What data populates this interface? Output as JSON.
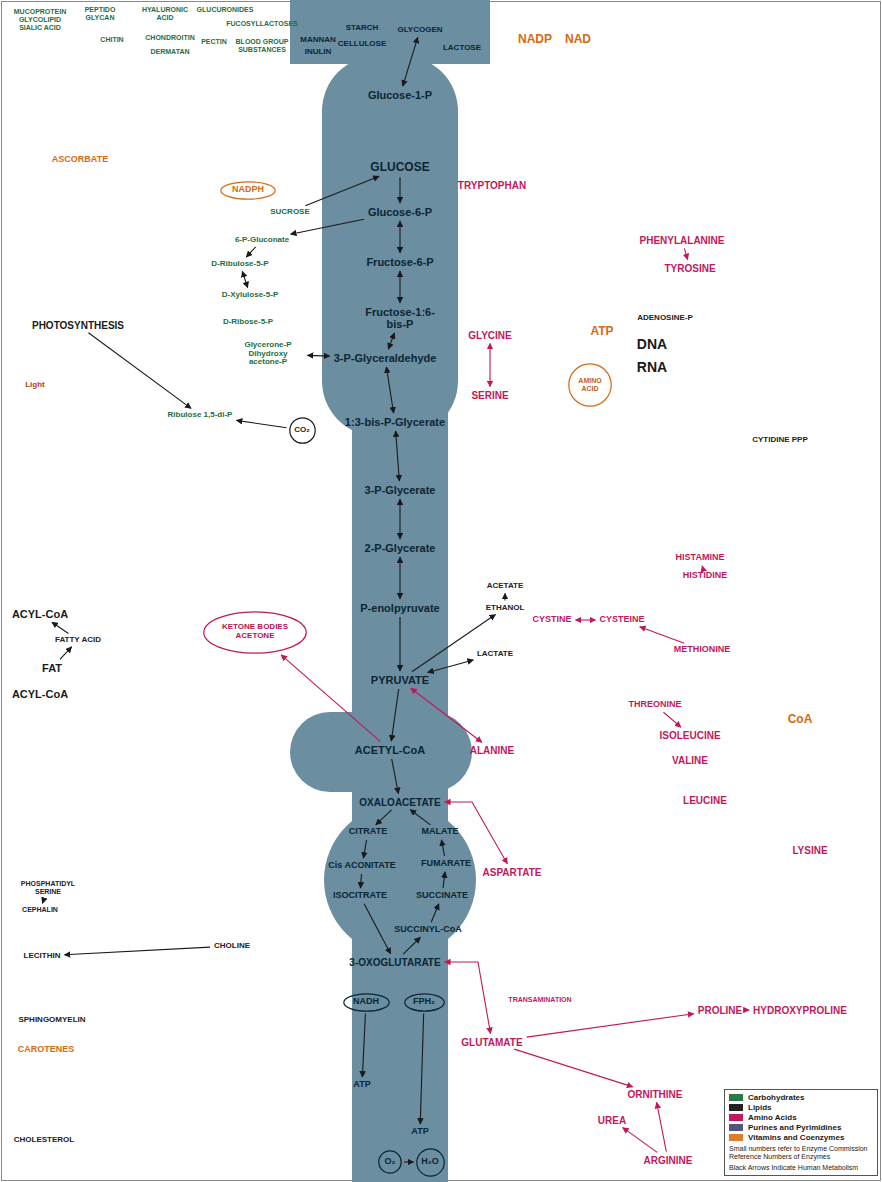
{
  "diagram": {
    "nodes": [
      {
        "text": [
          "MUCOPROTEIN GLYCOLIPID SIALIC ACID"
        ]
      },
      {
        "text": [
          "PEPTIDO GLYCAN"
        ]
      },
      {
        "text": [
          "CHITIN"
        ]
      },
      {
        "text": [
          "HYALURONIC ACID"
        ]
      },
      {
        "text": [
          "GLUCURONIDES"
        ]
      },
      {
        "text": [
          "CHONDROITIN"
        ]
      },
      {
        "text": [
          "DERMATAN"
        ]
      },
      {
        "text": [
          "PECTIN"
        ]
      },
      {
        "text": [
          "FUCOSYLLACTOSES"
        ]
      },
      {
        "text": [
          "BLOOD GROUP SUBSTANCES"
        ]
      },
      {
        "text": [
          "MANNAN"
        ]
      },
      {
        "text": [
          "INULIN"
        ]
      },
      {
        "text": [
          "STARCH"
        ]
      },
      {
        "text": [
          "CELLULOSE"
        ]
      },
      {
        "text": [
          "GLYCOGEN"
        ]
      },
      {
        "text": [
          "LACTOSE"
        ]
      },
      {
        "text": [
          "NADP"
        ]
      },
      {
        "text": [
          "NAD"
        ]
      },
      {
        "text": [
          "Glucose-1-P"
        ]
      },
      {
        "text": [
          "ASCORBATE"
        ]
      },
      {
        "text": [
          "GLUCOSE"
        ]
      },
      {
        "text": [
          "TRYPTOPHAN"
        ]
      },
      {
        "text": [
          "NADPH"
        ]
      },
      {
        "text": [
          "SUCROSE"
        ]
      },
      {
        "text": [
          "Glucose-6-P"
        ]
      },
      {
        "text": [
          "6-P-Gluconate"
        ]
      },
      {
        "text": [
          "PHENYLALANINE"
        ]
      },
      {
        "text": [
          "Fructose-6-P"
        ]
      },
      {
        "text": [
          "D-Ribulose-5-P"
        ]
      },
      {
        "text": [
          "TYROSINE"
        ]
      },
      {
        "text": [
          "D-Xylulose-5-P"
        ]
      },
      {
        "text": [
          "Fructose-1:6-bis-P"
        ]
      },
      {
        "text": [
          "D-Ribose-5-P"
        ]
      },
      {
        "text": [
          "PHOTOSYNTHESIS"
        ]
      },
      {
        "text": [
          "ADENOSINE-P"
        ]
      },
      {
        "text": [
          "ATP"
        ]
      },
      {
        "text": [
          "GLYCINE"
        ]
      },
      {
        "text": [
          "DNA"
        ]
      },
      {
        "text": [
          "Glycerone-P Dihydroxy acetone-P"
        ]
      },
      {
        "text": [
          "3-P-Glyceraldehyde"
        ]
      },
      {
        "text": [
          "RNA"
        ]
      },
      {
        "text": [
          "AMINO ACID"
        ]
      },
      {
        "text": [
          "SERINE"
        ]
      },
      {
        "text": [
          "Ribulose 1,5-di-P"
        ]
      },
      {
        "text": [
          "1:3-bis-P-Glycerate"
        ]
      },
      {
        "text": [
          "CO₂"
        ]
      },
      {
        "text": [
          "CYTIDINE PPP"
        ]
      },
      {
        "text": [
          "3-P-Glycerate"
        ]
      },
      {
        "text": [
          "2-P-Glycerate"
        ]
      },
      {
        "text": [
          "HISTAMINE"
        ]
      },
      {
        "text": [
          "HISTIDINE"
        ]
      },
      {
        "text": [
          "ACETATE"
        ]
      },
      {
        "text": [
          "P-enolpyruvate"
        ]
      },
      {
        "text": [
          "ETHANOL"
        ]
      },
      {
        "text": [
          "ACYL-CoA"
        ]
      },
      {
        "text": [
          "CYSTINE"
        ]
      },
      {
        "text": [
          "CYSTEINE"
        ]
      },
      {
        "text": [
          "KETONE BODIES"
        ]
      },
      {
        "text": [
          "ACETONE"
        ],
        "in": 57
      },
      {
        "text": [
          "FATTY ACID"
        ]
      },
      {
        "text": [
          "METHIONINE"
        ]
      },
      {
        "text": [
          "LACTATE"
        ]
      },
      {
        "text": [
          "FAT"
        ]
      },
      {
        "text": [
          "PYRUVATE"
        ]
      },
      {
        "text": [
          "ACYL-CoA"
        ]
      },
      {
        "text": [
          "THREONINE"
        ]
      },
      {
        "text": [
          "CoA"
        ]
      },
      {
        "text": [
          "ISOLEUCINE"
        ]
      },
      {
        "text": [
          "ACETYL-CoA"
        ]
      },
      {
        "text": [
          "ALANINE"
        ]
      },
      {
        "text": [
          "VALINE"
        ]
      },
      {
        "text": [
          "OXALOACETATE"
        ]
      },
      {
        "text": [
          "LEUCINE"
        ]
      },
      {
        "text": [
          "CITRATE"
        ]
      },
      {
        "text": [
          "MALATE"
        ]
      },
      {
        "text": [
          "FUMARATE"
        ]
      },
      {
        "text": [
          "Cis ACONITATE"
        ]
      },
      {
        "text": [
          "ASPARTATE"
        ]
      },
      {
        "text": [
          "LYSINE"
        ]
      },
      {
        "text": [
          "PHOSPHATIDYL SERINE"
        ]
      },
      {
        "text": [
          "CEPHALIN"
        ]
      },
      {
        "text": [
          "SUCCINATE"
        ]
      },
      {
        "text": [
          "ISOCITRATE"
        ]
      },
      {
        "text": [
          "SUCCINYL-CoA"
        ]
      },
      {
        "text": [
          "CHOLINE"
        ]
      },
      {
        "text": [
          "LECITHIN"
        ]
      },
      {
        "text": [
          "3-OXOGLUTARATE"
        ]
      },
      {
        "text": [
          "NADH"
        ]
      },
      {
        "text": [
          "FPH₂"
        ]
      },
      {
        "text": [
          "PROLINE"
        ]
      },
      {
        "text": [
          "HYDROXYPROLINE"
        ]
      },
      {
        "text": [
          "SPHINGOMYELIN"
        ]
      },
      {
        "text": [
          "GLUTAMATE"
        ]
      },
      {
        "text": [
          "CAROTENES"
        ]
      },
      {
        "text": [
          "ATP"
        ]
      },
      {
        "text": [
          "ORNITHINE"
        ]
      },
      {
        "text": [
          "UREA"
        ]
      },
      {
        "text": [
          "ATP"
        ]
      },
      {
        "text": [
          "CHOLESTEROL"
        ]
      },
      {
        "text": [
          "ARGININE"
        ]
      },
      {
        "text": [
          "O₂"
        ]
      },
      {
        "text": [
          "H₂O"
        ]
      }
    ],
    "edges": [
      {
        "from": 14,
        "to": 18,
        "arrow": "both"
      },
      {
        "from": 23,
        "to": 20,
        "arrow": "to"
      },
      {
        "from": 20,
        "to": 24,
        "arrow": "to"
      },
      {
        "from": 24,
        "to": 27,
        "arrow": "both"
      },
      {
        "from": 27,
        "to": 31,
        "arrow": "both"
      },
      {
        "from": 31,
        "to": 39,
        "arrow": "both"
      },
      {
        "from": 38,
        "to": 39,
        "arrow": "both"
      },
      {
        "from": 39,
        "to": 44,
        "arrow": "both"
      },
      {
        "from": 44,
        "to": 47,
        "arrow": "both"
      },
      {
        "from": 47,
        "to": 48,
        "arrow": "both"
      },
      {
        "from": 48,
        "to": 52,
        "arrow": "both"
      },
      {
        "from": 52,
        "to": 63,
        "arrow": "to"
      },
      {
        "from": 63,
        "to": 68,
        "arrow": "to"
      },
      {
        "from": 63,
        "to": 61,
        "arrow": "both"
      },
      {
        "from": 63,
        "to": 53,
        "arrow": "to"
      },
      {
        "from": 53,
        "to": 51,
        "arrow": "to"
      },
      {
        "from": 63,
        "to": 69,
        "arrow": "both"
      },
      {
        "from": 68,
        "to": 71,
        "arrow": "to"
      },
      {
        "from": 71,
        "to": 73,
        "arrow": "to"
      },
      {
        "from": 73,
        "to": 76,
        "arrow": "to"
      },
      {
        "from": 76,
        "to": 82,
        "arrow": "to"
      },
      {
        "from": 82,
        "to": 86,
        "arrow": "to"
      },
      {
        "from": 86,
        "to": 83,
        "arrow": "to"
      },
      {
        "from": 83,
        "to": 81,
        "arrow": "to"
      },
      {
        "from": 81,
        "to": 75,
        "arrow": "to"
      },
      {
        "from": 75,
        "to": 74,
        "arrow": "to"
      },
      {
        "from": 74,
        "to": 71,
        "arrow": "to"
      },
      {
        "from": 71,
        "to": 77,
        "arrow": "both"
      },
      {
        "from": 86,
        "to": 92,
        "arrow": "both"
      },
      {
        "from": 92,
        "to": 89,
        "arrow": "to"
      },
      {
        "from": 89,
        "to": 90,
        "arrow": "to"
      },
      {
        "from": 92,
        "to": 95,
        "arrow": "to"
      },
      {
        "from": 99,
        "to": 95,
        "arrow": "to"
      },
      {
        "from": 99,
        "to": 96,
        "arrow": "to"
      },
      {
        "from": 24,
        "to": 25,
        "arrow": "to"
      },
      {
        "from": 25,
        "to": 28,
        "arrow": "to"
      },
      {
        "from": 28,
        "to": 30,
        "arrow": "both"
      },
      {
        "from": 33,
        "to": 43,
        "arrow": "to"
      },
      {
        "from": 45,
        "to": 43,
        "arrow": "to"
      },
      {
        "from": 68,
        "to": 57,
        "arrow": "to"
      },
      {
        "from": 62,
        "to": 59,
        "arrow": "to"
      },
      {
        "from": 59,
        "to": 54,
        "arrow": "to"
      },
      {
        "from": 84,
        "to": 85,
        "arrow": "to"
      },
      {
        "from": 79,
        "to": 80,
        "arrow": "to"
      },
      {
        "from": 42,
        "to": 36,
        "arrow": "both"
      },
      {
        "from": 26,
        "to": 29,
        "arrow": "to"
      },
      {
        "from": 50,
        "to": 49,
        "arrow": "to"
      },
      {
        "from": 56,
        "to": 55,
        "arrow": "both"
      },
      {
        "from": 60,
        "to": 56,
        "arrow": "to"
      },
      {
        "from": 65,
        "to": 67,
        "arrow": "to"
      },
      {
        "from": 87,
        "to": 94,
        "arrow": "to"
      },
      {
        "from": 88,
        "to": 97,
        "arrow": "to"
      },
      {
        "from": 100,
        "to": 101,
        "arrow": "to"
      }
    ],
    "labels": [
      "Light",
      "TRANSAMINATION",
      "Small numbers refer to Enzyme Commission Reference Numbers of Enzymes",
      "Black Arrows Indicate Human Metabolism"
    ],
    "legend": [
      {
        "text": "Carbohydrates",
        "color": "#2a7a4a"
      },
      {
        "text": "Lipids",
        "color": "#222222"
      },
      {
        "text": "Amino Acids",
        "color": "#c2185b"
      },
      {
        "text": "Purines and Pyrimidines",
        "color": "#555577"
      },
      {
        "text": "Vitamins and Coenzymes",
        "color": "#e07b2a"
      }
    ]
  }
}
